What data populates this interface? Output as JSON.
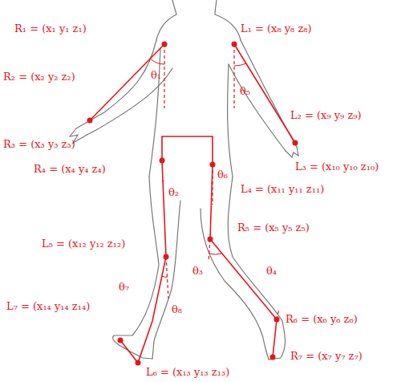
{
  "diagram": {
    "labels": [
      "R₁ = (x₁ y₁ z₁)",
      "L₁ = (x₈ y₈ z₈)",
      "R₂ = (x₂ y₂ z₂)",
      "θ₁",
      "θ₅",
      "R₃ = (x₃ y₃ z₃)",
      "L₂ = (x₉ y₉ z₉)",
      "R₄ = (x₄ y₄ z₄)",
      "L₃ = (x₁₀ y₁₀ z₁₀)",
      "θ₆",
      "θ₂",
      "L₄ = (x₁₁ y₁₁ z₁₁)",
      "R₅ = (x₅ y₅ z₅)",
      "L₅ = (x₁₂ y₁₂ z₁₂)",
      "θ₃",
      "θ₄",
      "θ₇",
      "R₆ = (x₆ y₆ z₆)",
      "θ₈",
      "L₇ = (x₁₄ y₁₄ z₁₄)",
      "R₇ = (x₇ y₇ z₇)",
      "L₆ = (x₁₃ y₁₃ z₁₃)"
    ]
  }
}
